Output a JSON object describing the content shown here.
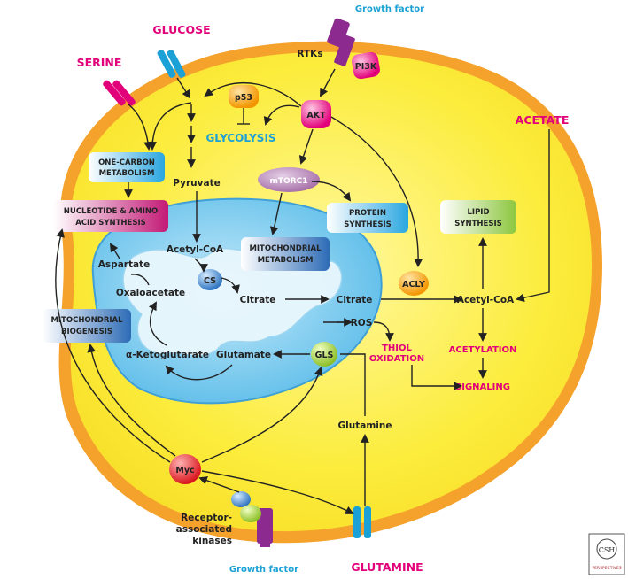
{
  "labels": {
    "growth_factor_top": "Growth factor",
    "growth_factor_bottom": "Growth factor",
    "glucose": "GLUCOSE",
    "serine": "SERINE",
    "acetate": "ACETATE",
    "glutamine_ext": "GLUTAMINE",
    "rtks": "RTKs",
    "receptor_kinases": [
      "Receptor-",
      "associated",
      "kinases"
    ],
    "glycolysis": "GLYCOLYSIS",
    "pyruvate": "Pyruvate",
    "acetyl_coa_mito": "Acetyl-CoA",
    "aspartate": "Aspartate",
    "oxaloacetate": "Oxaloacetate",
    "citrate_mito": "Citrate",
    "citrate_cyto": "Citrate",
    "alpha_kg": "α-Ketoglutarate",
    "glutamate": "Glutamate",
    "glutamine_int": "Glutamine",
    "acetyl_coa_cyto": "Acetyl-CoA",
    "ros": "ROS",
    "thiol_oxidation": [
      "THIOL",
      "OXIDATION"
    ],
    "acetylation": "ACETYLATION",
    "signaling": "SIGNALING"
  },
  "nodes": {
    "pi3k": "PI3K",
    "akt": "AKT",
    "p53": "p53",
    "mtorc1": "mTORC1",
    "cs": "CS",
    "acly": "ACLY",
    "gls": "GLS",
    "myc": "Myc"
  },
  "boxes": {
    "one_carbon": [
      "ONE-CARBON",
      "METABOLISM"
    ],
    "nucleotide": [
      "NUCLEOTIDE & AMINO",
      "ACID SYNTHESIS"
    ],
    "protein": [
      "PROTEIN",
      "SYNTHESIS"
    ],
    "lipid": [
      "LIPID",
      "SYNTHESIS"
    ],
    "mito_metabolism": [
      "MITOCHONDRIAL",
      "METABOLISM"
    ],
    "mito_biogenesis": [
      "MITOCHONDRIAL",
      "BIOGENESIS"
    ]
  },
  "logo": [
    "CSH",
    "PERSPECTIVES"
  ],
  "colors": {
    "cytoplasm": "#fcec3c",
    "membrane": "#f7a831",
    "mitochondrion": "#6cc5ec",
    "magenta": "#e2007a",
    "cyan": "#1ba1d6",
    "purple": "#8d2a8f"
  }
}
